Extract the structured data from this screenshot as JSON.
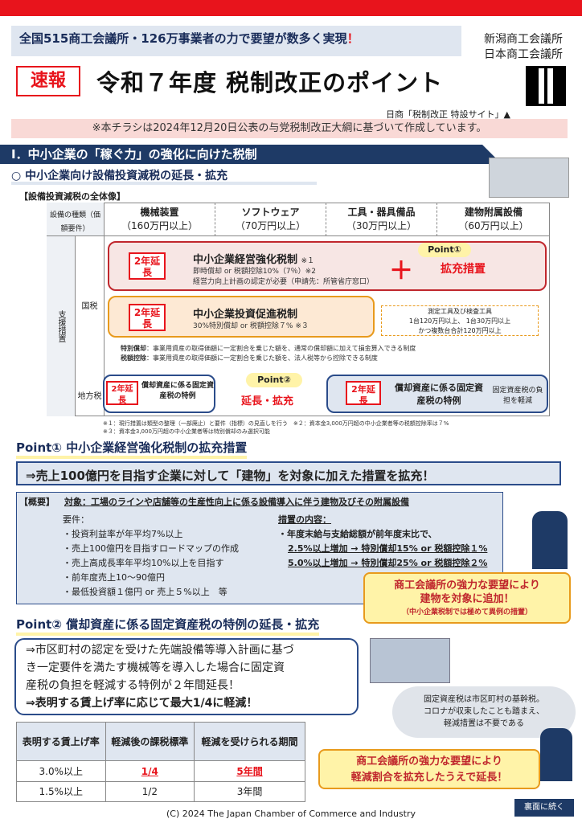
{
  "header": {
    "slogan": "全国515商工会議所・126万事業者の力で要望が数多く実現",
    "exclaim": "！",
    "org1": "新潟商工会議所",
    "org2": "日本商工会議所",
    "sokuho": "速報",
    "title": "令和７年度 税制改正のポイント",
    "site": "日商「税制改正 特設サイト」▲",
    "notice": "※本チラシは2024年12月20日公表の与党税制改正大綱に基づいて作成しています。"
  },
  "section1": {
    "title": "Ⅰ．中小企業の「稼ぐ力」の強化に向けた税制",
    "sub": "○ 中小企業向け設備投資減税の延長・拡充",
    "label": "【設備投資減税の全体像】"
  },
  "table": {
    "corner": "設備の種類（価額要件）",
    "cols": [
      {
        "name": "機械装置",
        "req": "（160万円以上）"
      },
      {
        "name": "ソフトウェア",
        "req": "（70万円以上）"
      },
      {
        "name": "工具・器具備品",
        "req": "（30万円以上）"
      },
      {
        "name": "建物附属設備",
        "req": "（60万円以上）"
      }
    ],
    "side_support": "支援措置",
    "side_kuni": "国税",
    "side_chiho": "地方税",
    "box1": {
      "badge": "2年延長",
      "title": "中小企業経営強化税制",
      "note1": "※１",
      "line1": "即時償却 or 税額控除10%（7％）※2",
      "line2": "経営力向上計画の認定が必要（申請先：所管省庁窓口）",
      "plus": "＋",
      "point": "Point①",
      "kakuju": "拡充措置"
    },
    "box2": {
      "badge": "2年延長",
      "title": "中小企業投資促進税制",
      "line1": "30%特別償却 or 税額控除７% ※３",
      "tool1": "測定工具及び検査工具",
      "tool2": "1台120万円以上、 1台30万円以上",
      "tool3": "かつ複数台合計120万円以上"
    },
    "defs": {
      "d1k": "特別償却",
      "d1": "：事業用資産の取得価額に一定割合を乗じた額を、通常の償却額に加えて損金算入できる制度",
      "d2k": "税額控除",
      "d2": "：事業用資産の取得価額に一定割合を乗じた額を、法人税等から控除できる制度"
    },
    "box3": {
      "badge": "2年延長",
      "title": "償却資産に係る固定資産税の特例",
      "point": "Point②",
      "ext": "延長・拡充",
      "badge2": "2年延長",
      "title2": "償却資産に係る固定資産税の特例",
      "relief": "固定資産税の負担を軽減"
    },
    "notes1": "※１：現行措置は類型の整理（一部廃止）と要件（指標）の見直しを行う　※２：資本金3,000万円超の中小企業者等の税額控除率は７%",
    "notes2": "※３：資本金3,000万円超の中小企業者等は特別償却のみ選択可能"
  },
  "point1": {
    "title": "Point① 中小企業経営強化税制の拡充措置",
    "banner": "⇒売上100億円を目指す企業に対して「建物」を対象に加えた措置を拡充！",
    "gaiyo": "【概要】",
    "target": "対象：工場のラインや店舗等の生産性向上に係る設備導入に伴う建物及びその附属設備",
    "req_title": "要件：",
    "reqs": [
      "・投資利益率が年平均7%以上",
      "・売上100億円を目指すロードマップの作成",
      "・売上高成長率年平均10%以上を目指す",
      "・前年度売上10〜90億円",
      "・最低投資額１億円 or 売上５%以上　等"
    ],
    "measure_title": "措置の内容：",
    "measures": [
      "・年度末給与支給総額が前年度末比で、",
      "2.5%以上増加 → 特別償却15% or 税額控除１%",
      "5.0%以上増加 → 特別償却25% or 税額控除２%"
    ],
    "callout1": "商工会議所の強力な要望により",
    "callout2": "建物を対象に追加！",
    "callout3": "（中小企業税制では極めて異例の措置）"
  },
  "point2": {
    "title": "Point② 償却資産に係る固定資産税の特例の延長・拡充",
    "body1": "⇒市区町村の認定を受けた先端設備等導入計画に基づ",
    "body2": "き一定要件を満たす機械等を導入した場合に固定資",
    "body3": "産税の負担を軽減する特例が２年間延長！",
    "body4": "⇒表明する賃上げ率に応じて最大1/4に軽減！",
    "cloud1": "固定資産税は市区町村の基幹税。",
    "cloud2": "コロナが収束したことも踏まえ、",
    "cloud3": "軽減措置は不要である",
    "callout1": "商工会議所の強力な要望により",
    "callout2": "軽減割合を拡充したうえで延長！",
    "table": {
      "h1": "表明する賃上げ率",
      "h2": "軽減後の課税標準",
      "h3": "軽減を受けられる期間",
      "rows": [
        [
          "3.0%以上",
          "1/4",
          "5年間"
        ],
        [
          "1.5%以上",
          "1/2",
          "3年間"
        ]
      ]
    }
  },
  "footer": {
    "copyright": "(C) 2024 The Japan Chamber of Commerce and Industry",
    "next": "裏面に続く"
  }
}
